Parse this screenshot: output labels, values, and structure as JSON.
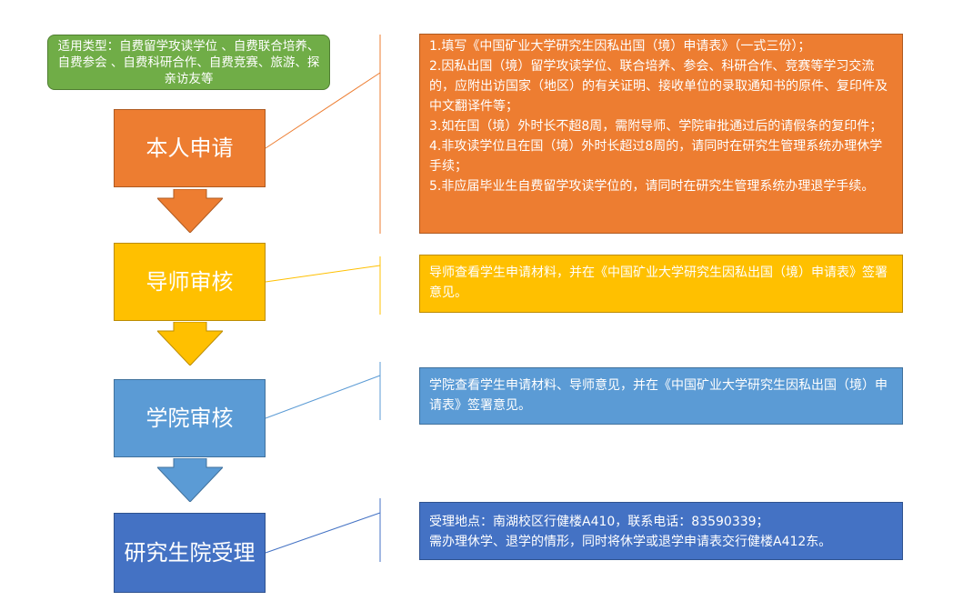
{
  "scope": {
    "text": "适用类型：自费留学攻读学位 、自费联合培养、自费参会 、自费科研合作、自费竞赛、旅游、探亲访友等"
  },
  "steps": [
    {
      "label": "本人申请",
      "color": "#ed7d31"
    },
    {
      "label": "导师审核",
      "color": "#ffc000"
    },
    {
      "label": "学院审核",
      "color": "#5b9bd5"
    },
    {
      "label": "研究生院受理",
      "color": "#4472c4"
    }
  ],
  "details": [
    {
      "lines": [
        "1.填写《中国矿业大学研究生因私出国（境）申请表》（一式三份）；",
        "2.因私出国（境）留学攻读学位、联合培养、参会、科研合作、竞赛等学习交流的，应附出访国家（地区）的有关证明、接收单位的录取通知书的原件、复印件及中文翻译件等；",
        "3.如在国（境）外时长不超8周，需附导师、学院审批通过后的请假条的复印件；",
        "4.非攻读学位且在国（境）外时长超过8周的，请同时在研究生管理系统办理休学手续；",
        "5.非应届毕业生自费留学攻读学位的，请同时在研究生管理系统办理退学手续。"
      ]
    },
    {
      "lines": [
        "导师查看学生申请材料，并在《中国矿业大学研究生因私出国（境）申请表》签署意见。"
      ]
    },
    {
      "lines": [
        "学院查看学生申请材料、导师意见，并在《中国矿业大学研究生因私出国（境）申请表》签署意见。"
      ]
    },
    {
      "lines": [
        "受理地点：南湖校区行健楼A410，联系电话：83590339；",
        "需办理休学、退学的情形，同时将休学或退学申请表交行健楼A412东。"
      ]
    }
  ]
}
